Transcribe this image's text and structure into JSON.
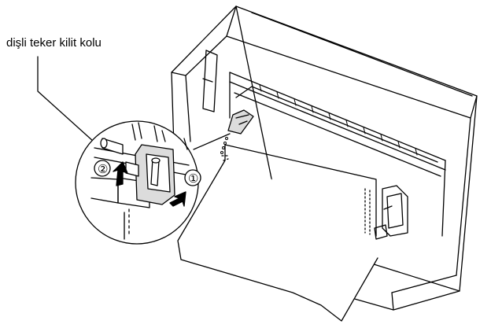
{
  "callout": {
    "label": "dişli teker kilit kolu"
  },
  "steps": {
    "step1": "①",
    "step2": "②"
  },
  "colors": {
    "line": "#000000",
    "body_shade": "#f2f2f2",
    "lever_fill": "#dcdcdc",
    "arrow_fill": "#000000"
  },
  "icons": {
    "push_arrow": "push-arrow-icon",
    "lift_arrow": "lift-arrow-icon"
  }
}
